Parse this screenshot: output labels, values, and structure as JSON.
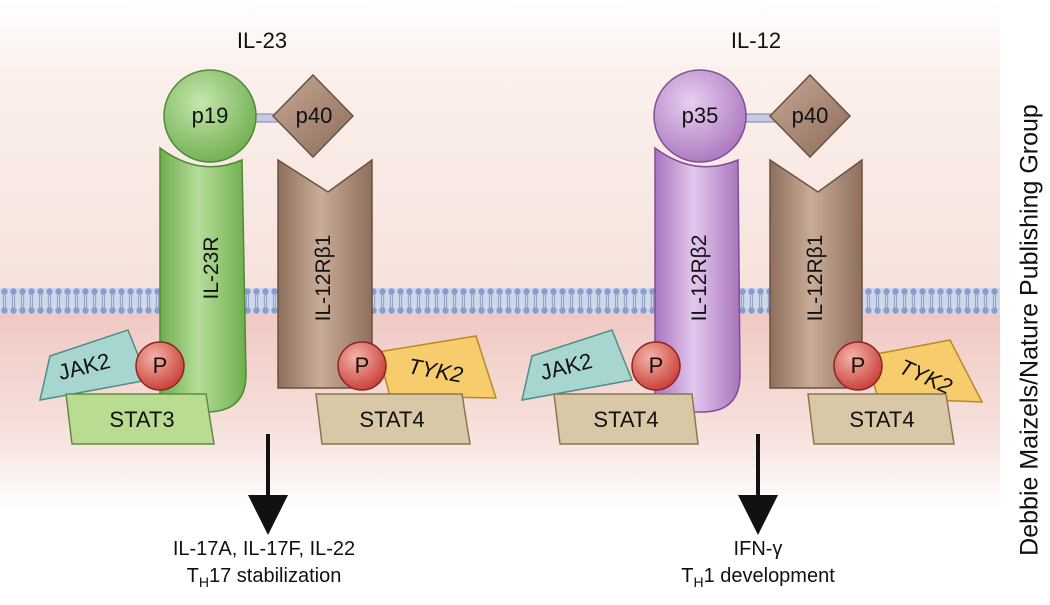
{
  "left_complex": {
    "title": "IL-23",
    "subunit_a": "p19",
    "subunit_b": "p40",
    "receptor_a": "IL-23R",
    "receptor_b": "IL-12Rβ1",
    "kinase_a": "JAK2",
    "kinase_b": "TYK2",
    "phospho_a": "P",
    "phospho_b": "P",
    "stat_a": "STAT3",
    "stat_b": "STAT4",
    "output_line1": "IL-17A, IL-17F, IL-22",
    "output_line2_main": "T",
    "output_line2_sub": "H",
    "output_line2_rest": "17 stabilization"
  },
  "right_complex": {
    "title": "IL-12",
    "subunit_a": "p35",
    "subunit_b": "p40",
    "receptor_a": "IL-12Rβ2",
    "receptor_b": "IL-12Rβ1",
    "kinase_a": "JAK2",
    "kinase_b": "TYK2",
    "phospho_a": "P",
    "phospho_b": "P",
    "stat_a": "STAT4",
    "stat_b": "STAT4",
    "output_line1": "IFN-γ",
    "output_line2_main": "T",
    "output_line2_sub": "H",
    "output_line2_rest": "1 development"
  },
  "credit": "Debbie Maizels/Nature Publishing Group",
  "colors": {
    "green": "#8cc56f",
    "brown": "#a98a74",
    "purple": "#c79ad6",
    "teal": "#a6d6cf",
    "yellow": "#f7cc6c",
    "stat_green": "#b9dc92",
    "stat_tan": "#d8c8a6",
    "phospho_red": "#d9534f"
  }
}
